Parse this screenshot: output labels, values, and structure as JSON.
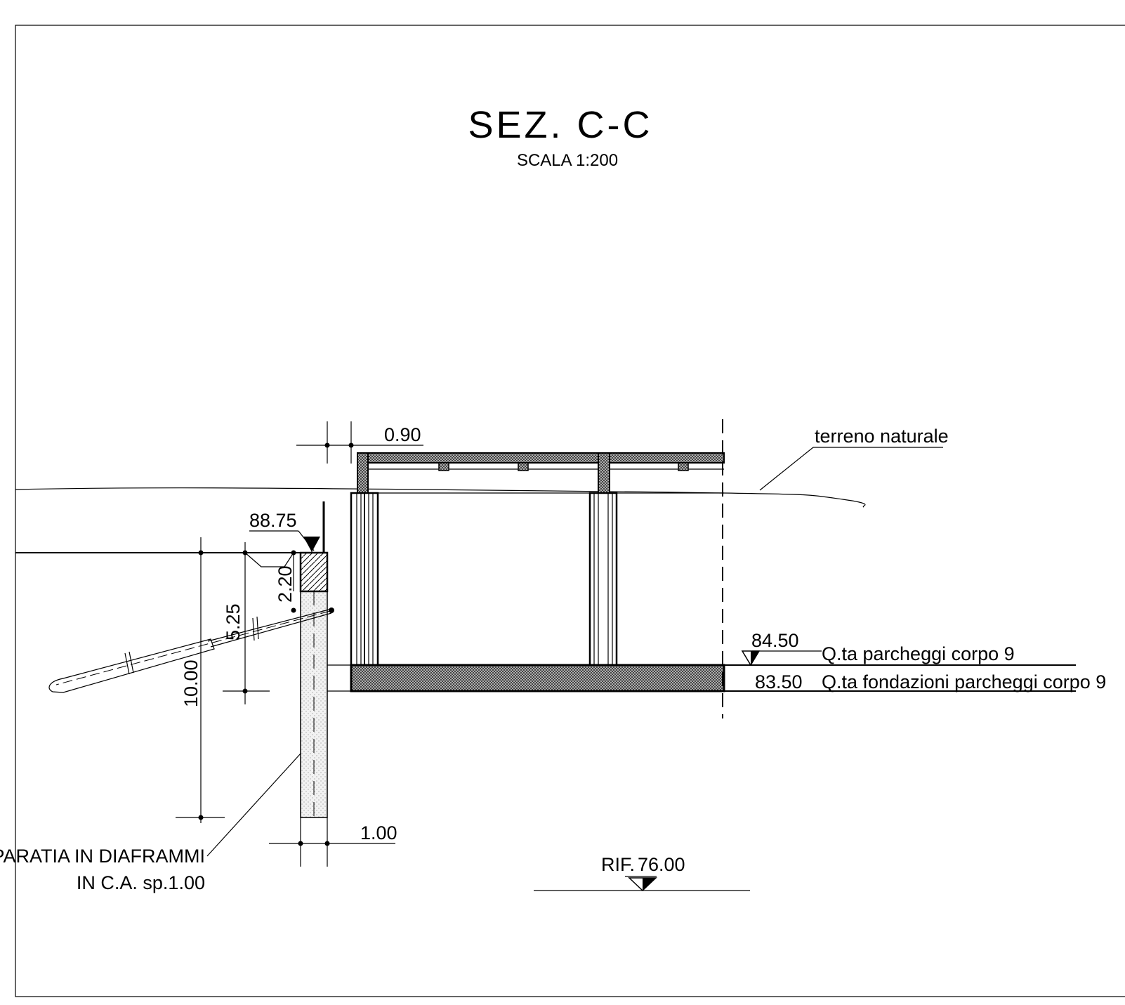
{
  "title": "SEZ. C-C",
  "subtitle": "SCALA 1:200",
  "labels": {
    "terreno": "terreno naturale",
    "parcheggi_level": "84.50",
    "parcheggi_text": "Q.ta parcheggi corpo 9",
    "fondazioni_level": "83.50",
    "fondazioni_text": "Q.ta fondazioni parcheggi corpo 9",
    "top_level": "88.75",
    "rif_prefix": "RIF.",
    "rif_value": "76.00",
    "paratia_line1": "PARATIA IN DIAFRAMMI",
    "paratia_line2": "IN C.A. sp.1.00"
  },
  "dimensions": {
    "d_090": "0.90",
    "d_220": "2.20",
    "d_525": "5.25",
    "d_1000": "10.00",
    "d_100": "1.00"
  }
}
